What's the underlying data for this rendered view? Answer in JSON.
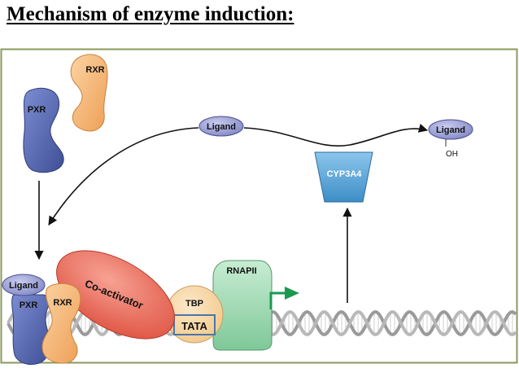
{
  "title": "Mechanism of enzyme induction:",
  "labels": {
    "rxr": "RXR",
    "pxr": "PXR",
    "ligand": "Ligand",
    "oh": "OH",
    "enzyme": "CYP3A4",
    "coactivator": "Co-activator",
    "tbp": "TBP",
    "tata": "TATA",
    "rnapii": "RNAPII"
  },
  "colors": {
    "frame_border": "#8a9a5b",
    "pxr": "#5668b0",
    "rxr": "#f5b978",
    "ligand": "#9b9fd6",
    "enzyme": "#5aa6d8",
    "coactivator": "#ee6f5e",
    "tbp": "#f7d6a5",
    "tata_box": "#4b76a8",
    "rnapii": "#9fd8b0",
    "arrow_transcription": "#1a9a50",
    "dna": "#b8b8b8"
  }
}
